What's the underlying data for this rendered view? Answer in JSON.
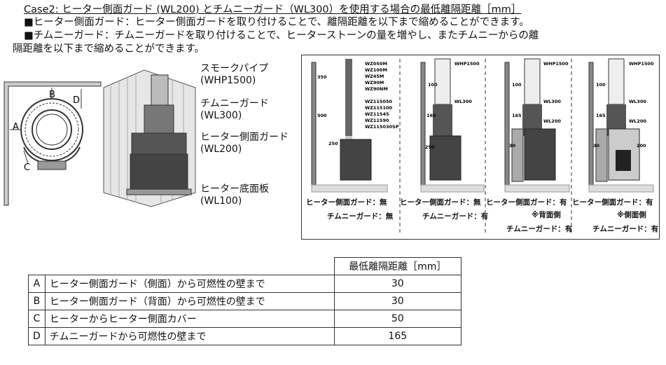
{
  "header": {
    "title": "Case2: ヒーター側面ガード (WL200) とチムニーガード（WL300）を使用する場合の最低離隔距離［mm］",
    "line1": "■ヒーター側面ガード：ヒーター側面ガードを取り付けることで、離隔距離を以下まで縮めることができます。",
    "line2": "■チムニーガード：チムニーガードを取り付けることで、ヒーターストーンの量を増やし、またチムニーからの離",
    "line3": "隔距離を以下まで縮めることができます。"
  },
  "top_view": {
    "labels": [
      "A",
      "B",
      "C",
      "D"
    ]
  },
  "parts": [
    {
      "name": "スモークパイプ",
      "code": "(WHP1500)"
    },
    {
      "name": "チムニーガード",
      "code": "(WL300)"
    },
    {
      "name": "ヒーター側面ガード",
      "code": "(WL200)"
    },
    {
      "name": "ヒーター底面板",
      "code": "(WL100)"
    }
  ],
  "panels": [
    {
      "pipes": [
        "WZ050M",
        "WZ100M",
        "WZ45M",
        "WZ90M",
        "WZ90NM",
        "WZ115050",
        "WZ115100",
        "WZ11545",
        "WZ11590",
        "WZ115030SP"
      ],
      "dims": [
        "350",
        "500",
        "250"
      ],
      "side_guard": "ヒーター側面ガード：無",
      "chimney_guard": "チムニーガード：無"
    },
    {
      "labels": [
        "WHP1500",
        "WL300"
      ],
      "dims": [
        "100",
        "165",
        "250"
      ],
      "side_guard": "ヒーター側面ガード：無",
      "chimney_guard": "チムニーガード：有"
    },
    {
      "labels": [
        "WHP1500",
        "WL300",
        "WL200"
      ],
      "dims": [
        "100",
        "165",
        "30"
      ],
      "side_guard": "ヒーター側面ガード：有",
      "note": "※背面側",
      "chimney_guard": "チムニーガード：有"
    },
    {
      "labels": [
        "WHP1500",
        "WL300",
        "WL200"
      ],
      "dims": [
        "100",
        "165",
        "30",
        "200"
      ],
      "side_guard": "ヒーター側面ガード：有",
      "note": "※側面側",
      "chimney_guard": "チムニーガード：有"
    }
  ],
  "table": {
    "header": "最低離隔距離［mm］",
    "rows": [
      {
        "key": "A",
        "desc": "ヒーター側面ガード（側面）から可燃性の壁まで",
        "value": "30"
      },
      {
        "key": "B",
        "desc": "ヒーター側面ガード（背面）から可燃性の壁まで",
        "value": "30"
      },
      {
        "key": "C",
        "desc": "ヒーターからヒーター側面カバー",
        "value": "50"
      },
      {
        "key": "D",
        "desc": "チムニーガードから可燃性の壁まで",
        "value": "165"
      }
    ]
  }
}
